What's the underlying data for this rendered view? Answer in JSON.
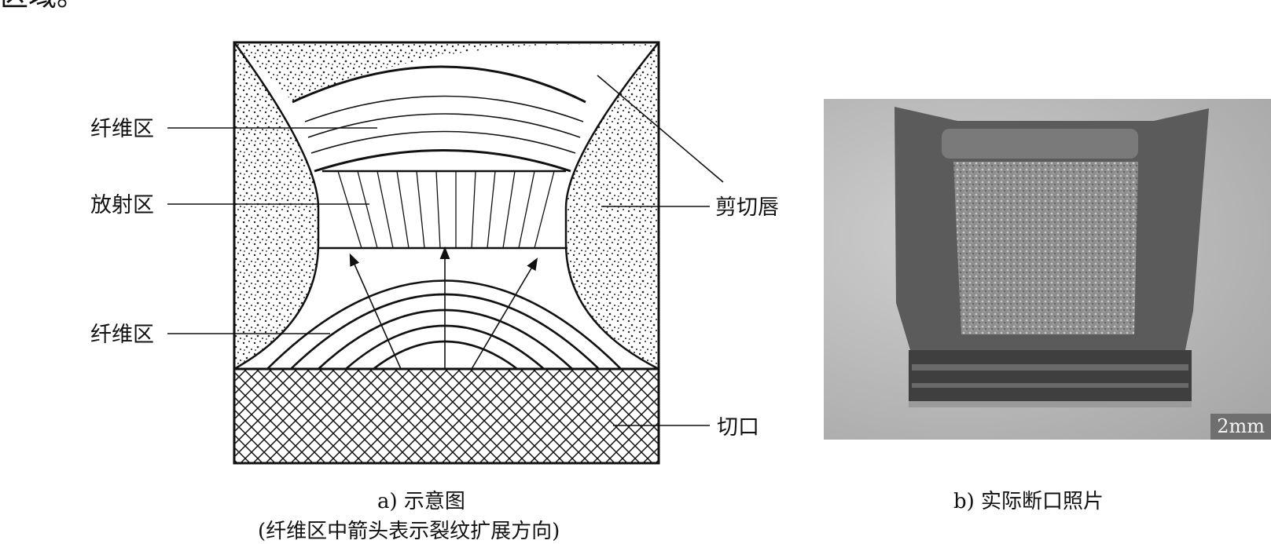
{
  "top_fragment": "区域。",
  "labels": {
    "fiber_top": "纤维区",
    "radial": "放射区",
    "fiber_bottom": "纤维区",
    "shear_lip": "剪切唇",
    "notch": "切口"
  },
  "captions": {
    "a_line1": "a) 示意图",
    "a_line2": "(纤维区中箭头表示裂纹扩展方向)",
    "b": "b) 实际断口照片"
  },
  "scale_bar": "2mm"
}
